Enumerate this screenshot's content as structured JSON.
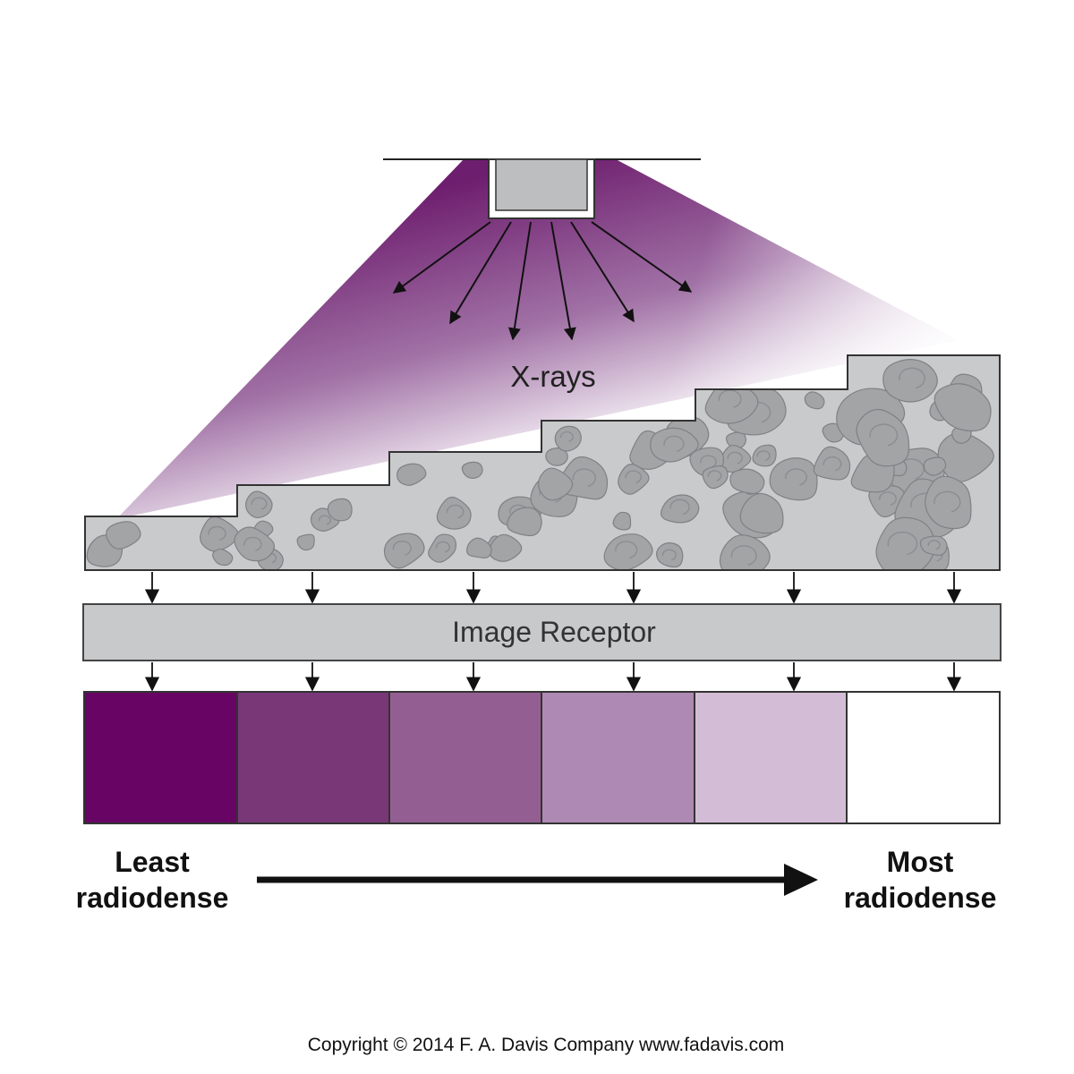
{
  "labels": {
    "xrays": "X-rays",
    "receptor": "Image Receptor",
    "least_line1": "Least",
    "least_line2": "radiodense",
    "most_line1": "Most",
    "most_line2": "radiodense",
    "copyright": "Copyright © 2014  F. A. Davis Company    www.fadavis.com"
  },
  "colors": {
    "beam_dark": "#6e1e6e",
    "material_fill": "#c9cacb",
    "blob_fill": "#a3a4a6",
    "receptor_fill": "#c8c9ca",
    "swatches": [
      "#680564",
      "#793778",
      "#935f93",
      "#ae89b3",
      "#d3bdd6",
      "#ffffff"
    ]
  },
  "icons": [
    "xray-tube-icon",
    "down-arrow-icon",
    "right-arrow-icon"
  ]
}
